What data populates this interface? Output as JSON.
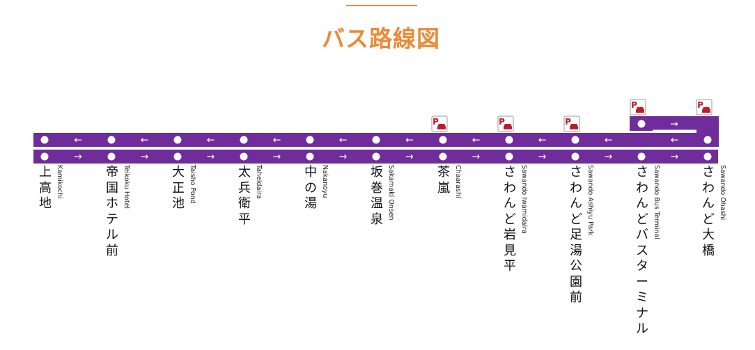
{
  "title": "バス路線図",
  "colors": {
    "title": "#ec8a37",
    "line": "#6f2c9a",
    "dot": "#ffffff",
    "parking": "#bf1d2d",
    "arrow": "#ffffff"
  },
  "icons": {
    "parking": "parking-car-icon",
    "arrow_left": "arrow-left-icon",
    "arrow_right": "arrow-right-icon"
  },
  "parking_symbol": "P",
  "arrows": {
    "left": "←",
    "right": "→"
  },
  "stations": [
    {
      "jp": "上高地",
      "en": "Kamikochi",
      "parking": false
    },
    {
      "jp": "帝国ホテル前",
      "en": "Teikoku Hotel",
      "parking": false
    },
    {
      "jp": "大正池",
      "en": "Taisho Pond",
      "parking": false
    },
    {
      "jp": "太兵衛平",
      "en": "Taheidaira",
      "parking": false
    },
    {
      "jp": "中の湯",
      "en": "Nakanoyu",
      "parking": false
    },
    {
      "jp": "坂巻温泉",
      "en": "Sakamaki Onsen",
      "parking": false
    },
    {
      "jp": "茶嵐",
      "en": "Chaarashi",
      "parking": true
    },
    {
      "jp": "さわんど岩見平",
      "en": "Sawando Iwamidaira",
      "parking": true
    },
    {
      "jp": "さわんど足湯公園前",
      "en": "Sawando Ashiyu Park",
      "parking": true
    },
    {
      "jp": "さわんどバスターミナル",
      "en": "Sawando Bus Terminal",
      "parking": true
    },
    {
      "jp": "さわんど大橋",
      "en": "Sawando Ohashi",
      "parking": true
    }
  ]
}
